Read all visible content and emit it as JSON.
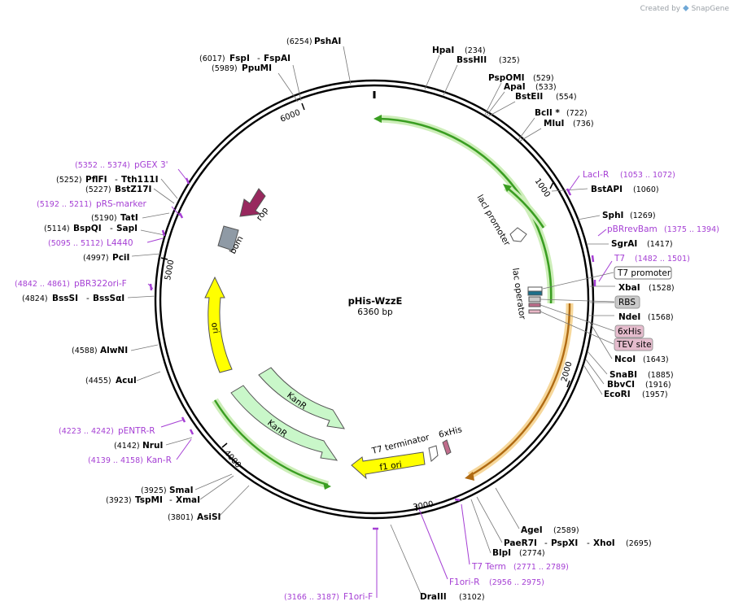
{
  "credit": {
    "prefix": "Created by",
    "brand": "SnapGene"
  },
  "plasmid": {
    "name": "pHis-WzzE",
    "size": "6360 bp"
  },
  "ticks": [
    "1000",
    "2000",
    "3000",
    "4000",
    "5000",
    "6000"
  ],
  "enzymes": [
    {
      "name": "PshAI",
      "pos": "(6254)"
    },
    {
      "name": "FspI",
      "alt": "FspAI",
      "pos": "(6017)"
    },
    {
      "name": "PpuMI",
      "pos": "(5989)"
    },
    {
      "name": "HpaI",
      "pos": "(234)"
    },
    {
      "name": "BssHII",
      "pos": "(325)"
    },
    {
      "name": "PspOMI",
      "pos": "(529)"
    },
    {
      "name": "ApaI",
      "pos": "(533)"
    },
    {
      "name": "BstEII",
      "pos": "(554)"
    },
    {
      "name": "BclI *",
      "pos": "(722)"
    },
    {
      "name": "MluI",
      "pos": "(736)"
    },
    {
      "name": "BstAPI",
      "pos": "(1060)"
    },
    {
      "name": "SphI",
      "pos": "(1269)"
    },
    {
      "name": "SgrAI",
      "pos": "(1417)"
    },
    {
      "name": "XbaI",
      "pos": "(1528)"
    },
    {
      "name": "NdeI",
      "pos": "(1568)"
    },
    {
      "name": "NcoI",
      "pos": "(1643)"
    },
    {
      "name": "SnaBI",
      "pos": "(1885)"
    },
    {
      "name": "BbvCI",
      "pos": "(1916)"
    },
    {
      "name": "EcoRI",
      "pos": "(1957)"
    },
    {
      "name": "AgeI",
      "pos": "(2589)"
    },
    {
      "name": "PaeR7I",
      "alt": "PspXI",
      "alt2": "XhoI",
      "pos": "(2695)"
    },
    {
      "name": "BlpI",
      "pos": "(2774)"
    },
    {
      "name": "DraIII",
      "pos": "(3102)"
    },
    {
      "name": "AsiSI",
      "pos": "(3801)"
    },
    {
      "name": "TspMI",
      "alt": "XmaI",
      "pos": "(3923)"
    },
    {
      "name": "SmaI",
      "pos": "(3925)"
    },
    {
      "name": "NruI",
      "pos": "(4142)"
    },
    {
      "name": "AcuI",
      "pos": "(4455)"
    },
    {
      "name": "AlwNI",
      "pos": "(4588)"
    },
    {
      "name": "BssSI",
      "alt": "BssSαI",
      "pos": "(4824)"
    },
    {
      "name": "PciI",
      "pos": "(4997)"
    },
    {
      "name": "BspQI",
      "alt": "SapI",
      "pos": "(5114)"
    },
    {
      "name": "TatI",
      "pos": "(5190)"
    },
    {
      "name": "BstZ17I",
      "pos": "(5227)"
    },
    {
      "name": "PflFI",
      "alt": "Tth111I",
      "pos": "(5252)"
    }
  ],
  "primers": [
    {
      "name": "LacI-R",
      "pos": "(1053 .. 1072)"
    },
    {
      "name": "pBRrevBam",
      "pos": "(1375 .. 1394)"
    },
    {
      "name": "T7",
      "pos": "(1482 .. 1501)"
    },
    {
      "name": "T7 Term",
      "pos": "(2771 .. 2789)"
    },
    {
      "name": "F1ori-R",
      "pos": "(2956 .. 2975)"
    },
    {
      "name": "F1ori-F",
      "pos": "(3166 .. 3187)"
    },
    {
      "name": "Kan-R",
      "pos": "(4139 .. 4158)"
    },
    {
      "name": "pENTR-R",
      "pos": "(4223 .. 4242)"
    },
    {
      "name": "pBR322ori-F",
      "pos": "(4842 .. 4861)"
    },
    {
      "name": "L4440",
      "pos": "(5095 .. 5112)"
    },
    {
      "name": "pRS-marker",
      "pos": "(5192 .. 5211)"
    },
    {
      "name": "pGEX 3'",
      "pos": "(5352 .. 5374)"
    }
  ],
  "features": {
    "lacI_promoter": "lacI promoter",
    "lac_operator": "lac operator",
    "t7_terminator": "T7 terminator",
    "f1_ori": "f1 ori",
    "his6": "6xHis",
    "kanr": "KanR",
    "ori": "ori",
    "bom": "bom",
    "rop": "rop"
  },
  "boxes": {
    "t7_promoter": "T7 promoter",
    "rbs": "RBS",
    "his6": "6xHis",
    "tev": "TEV site"
  },
  "colors": {
    "primer": "#a53fd4",
    "lacI_arrow": "#3a9e22",
    "lacI_halo": "#cdeeb9",
    "orange_arrow": "#b06a12",
    "orange_halo": "#f6d79a",
    "kan_fill": "#c9f7c9",
    "ori_fill": "#ffff00",
    "rop_fill": "#98285e",
    "bom_fill": "#8f9aa5"
  }
}
